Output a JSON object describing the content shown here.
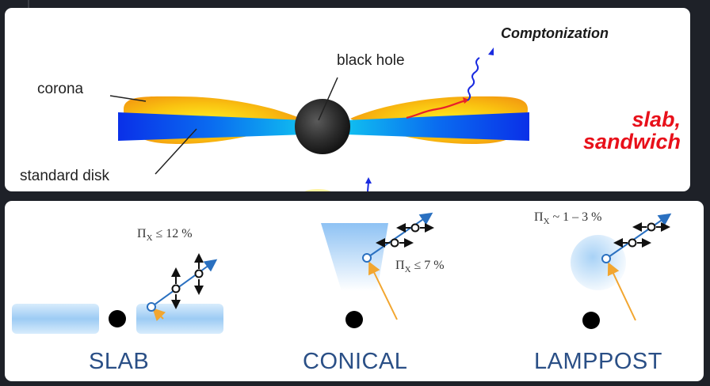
{
  "top_panel": {
    "labels": {
      "corona": "corona",
      "standard_disk": "standard disk",
      "black_hole": "black hole",
      "comptonization": "Comptonization",
      "geometry_line1": "slab,",
      "geometry_line2": "sandwich"
    }
  },
  "bottom_panel": {
    "geometries": [
      {
        "name": "SLAB",
        "pol_symbol": "Π",
        "pol_sub": "X",
        "pol_value": " ≤ 12 %"
      },
      {
        "name": "CONICAL",
        "pol_symbol": "Π",
        "pol_sub": "X",
        "pol_value": " ≤ 7 %"
      },
      {
        "name": "LAMPPOST",
        "pol_symbol": "Π",
        "pol_sub": "X",
        "pol_value": " ~ 1 – 3 %"
      }
    ]
  },
  "colors": {
    "background": "#1e2128",
    "corona": "#f5a812",
    "disk": "#0a6cf0",
    "black_hole": "#2a2a2a",
    "photon_seed": "#e8202a",
    "photon_out": "#1a2be0",
    "geometry_label": "#2a4f86",
    "pol_arrow": "#2a70c0",
    "seed_arrow": "#f2a630",
    "highlight": "#e8101a"
  }
}
